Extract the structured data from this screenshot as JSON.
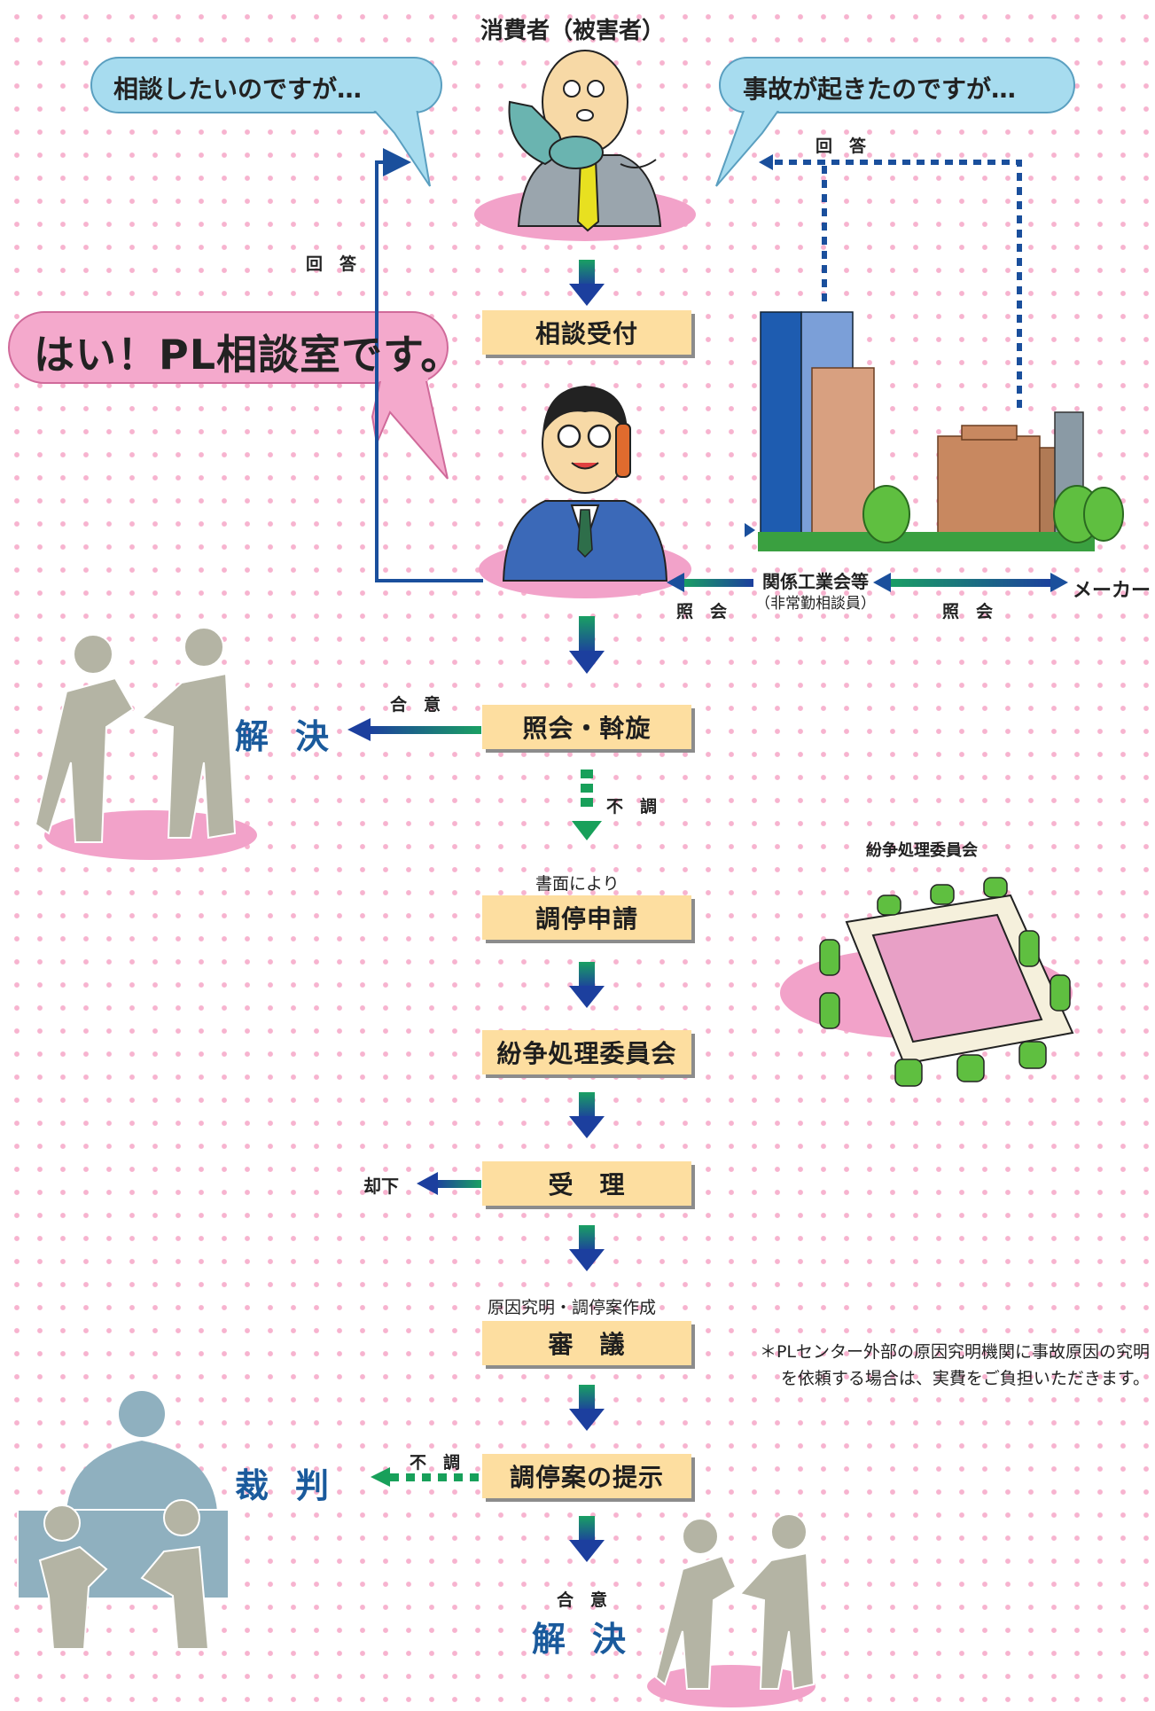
{
  "title": "消費者（被害者）",
  "bubbles": {
    "left": "相談したいのですが…",
    "right": "事故が起きたのですが…",
    "pl": "はい！PL相談室です。"
  },
  "steps": {
    "reception": "相談受付",
    "inquiry": "照会・斡旋",
    "application": "調停申請",
    "committee": "紛争処理委員会",
    "acceptance": "受　理",
    "deliberation": "審　議",
    "proposal": "調停案の提示"
  },
  "labels": {
    "answer_left": "回　答",
    "answer_right": "回　答",
    "inquiry_left": "照　会",
    "inquiry_right": "照　会",
    "industry": "関係工業会等",
    "industry_sub": "（非常勤相談員）",
    "maker": "メーカー",
    "agree_1": "合　意",
    "agree_2": "合　意",
    "failed_1": "不　調",
    "failed_2": "不　調",
    "by_document": "書面により",
    "dismissal": "却下",
    "cause": "原因究明・調停案作成",
    "committee_title": "紛争処理委員会",
    "resolve_1": "解決",
    "resolve_2": "解決",
    "trial": "裁判"
  },
  "note": {
    "line1": "＊PLセンター外部の原因究明機関に事故原因の究明",
    "line2": "を依頼する場合は、実費をご負担いただきます。"
  },
  "colors": {
    "box": "#fddea0",
    "arrow": "#1a4f9c",
    "arrow_green": "#18a05a",
    "bubble": "#a7dcef",
    "pl_bubble": "#f4a9cc",
    "pink_ellipse": "#f2a2c9",
    "resolve_text": "#1a5a9c"
  }
}
